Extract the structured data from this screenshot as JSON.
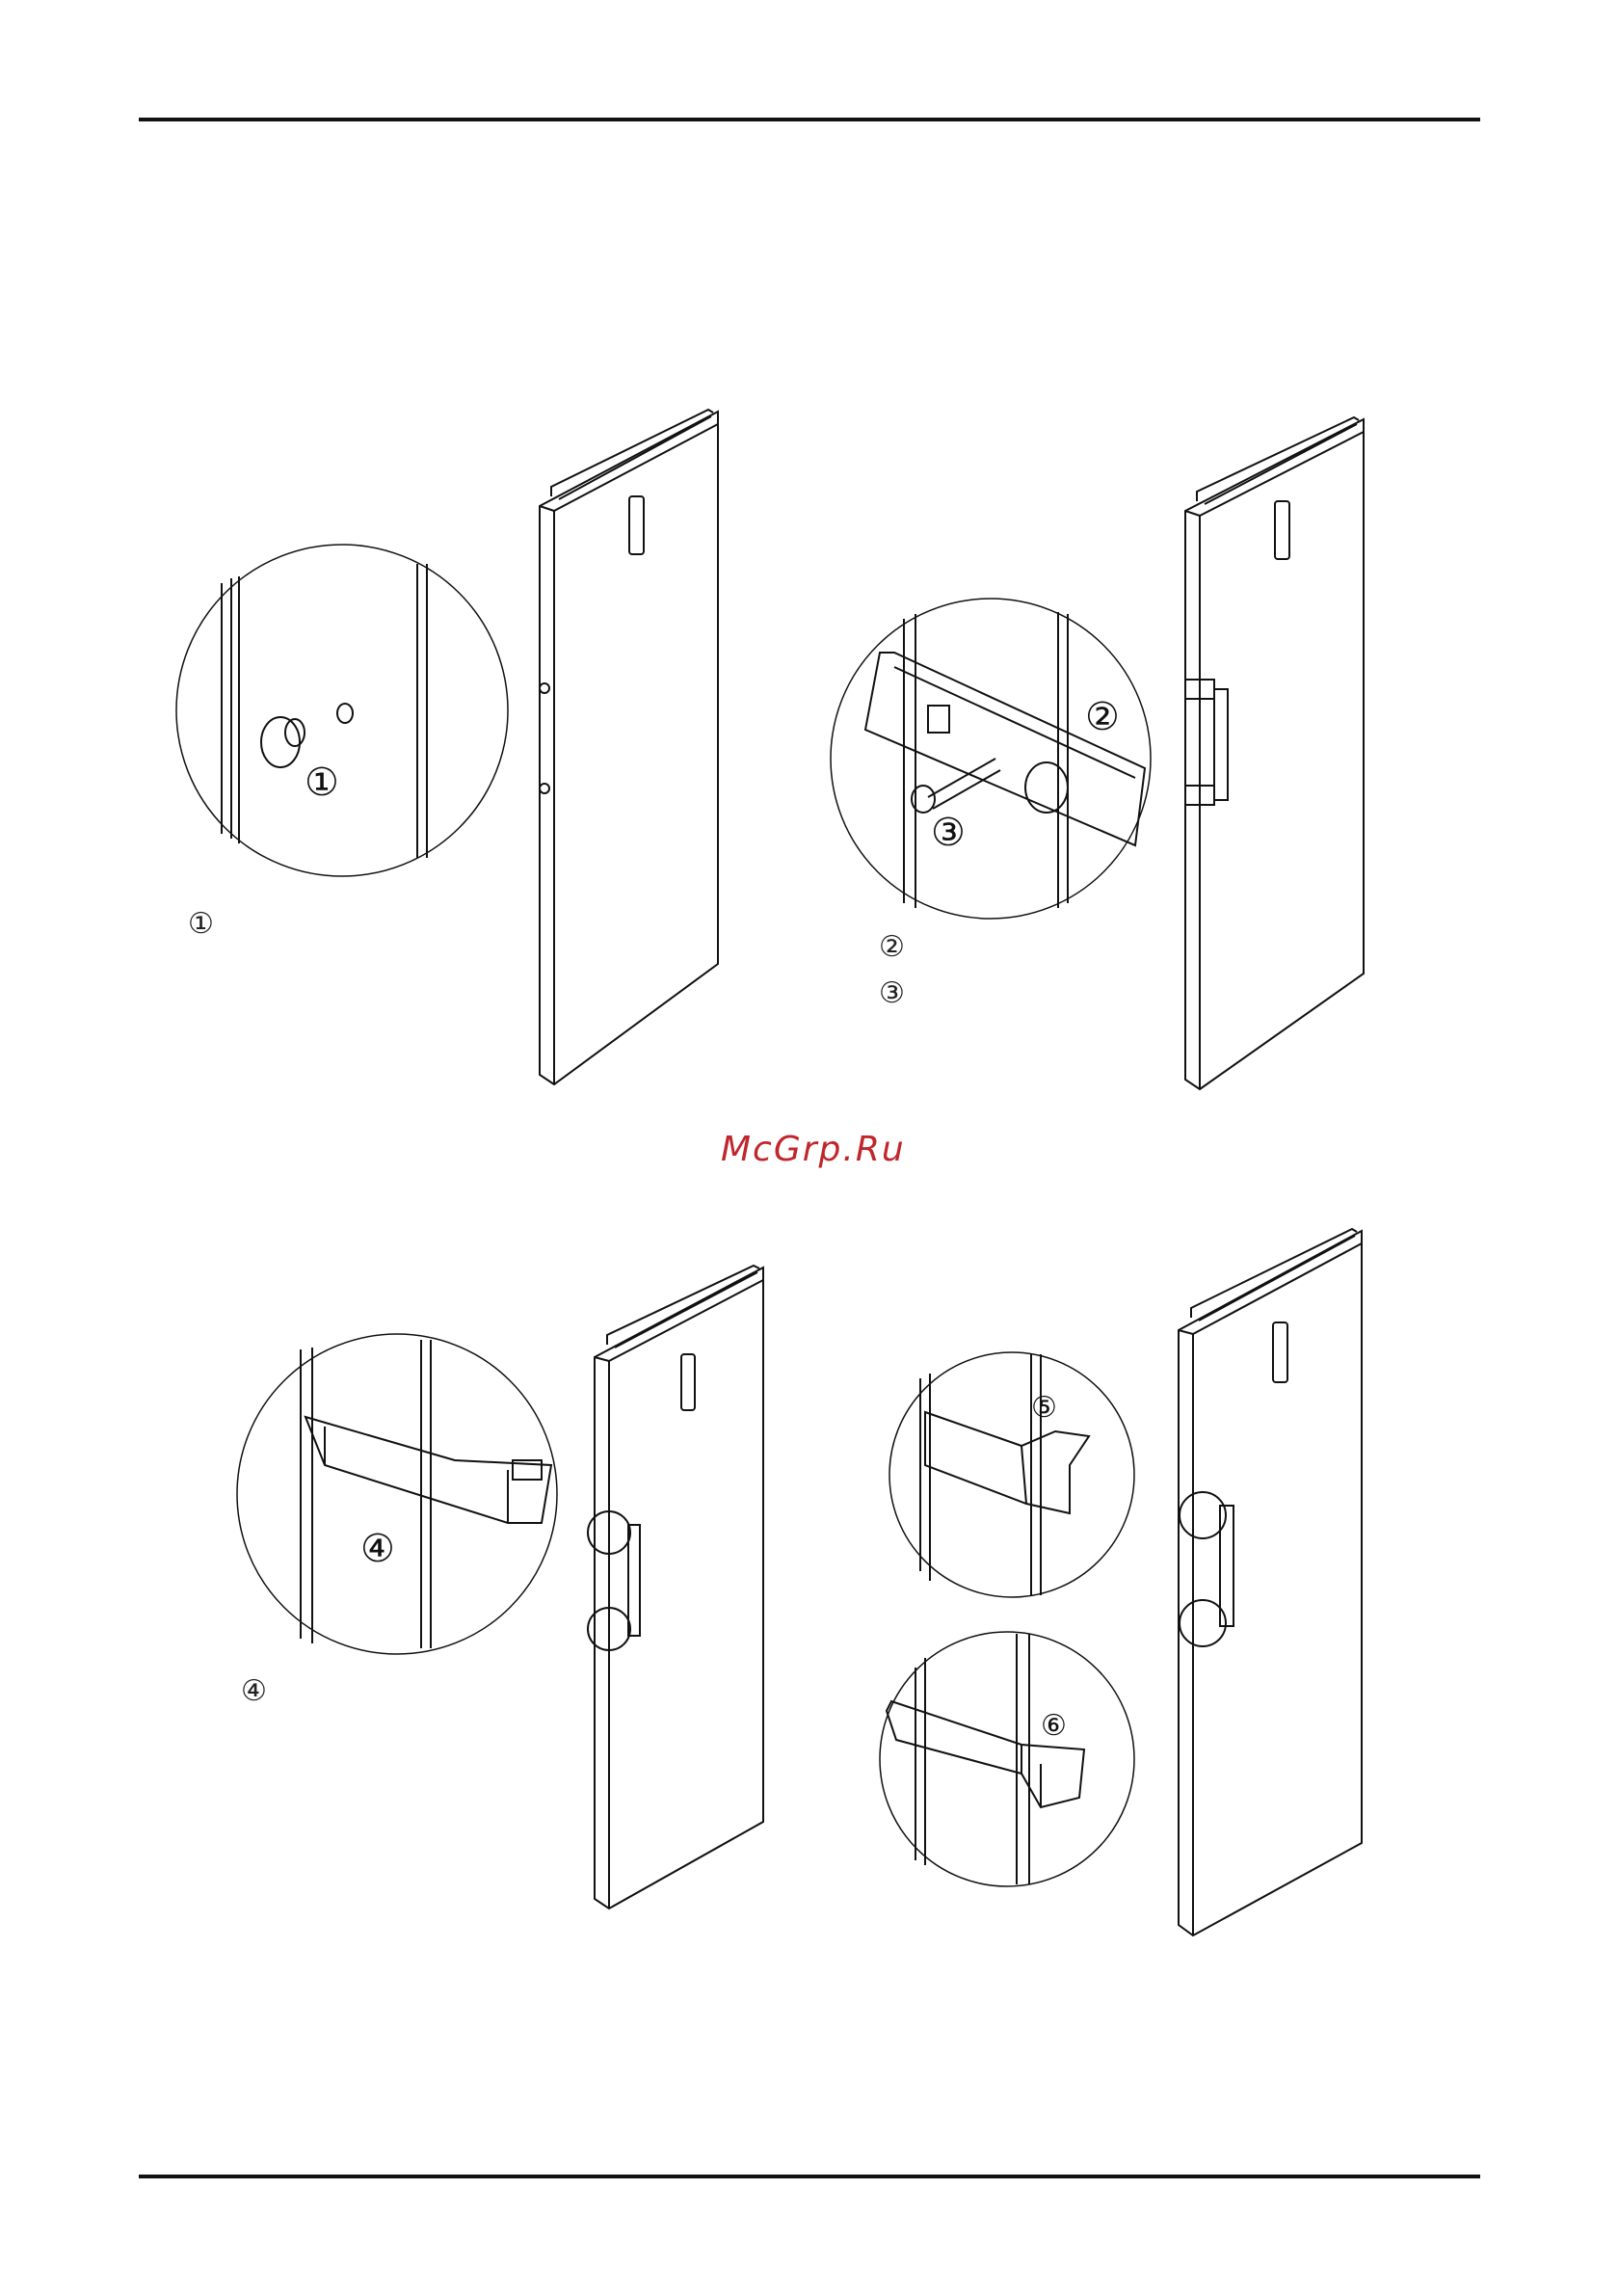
{
  "page": {
    "watermark": "McGrp.Ru"
  },
  "steps": {
    "step1": {
      "marker": "①",
      "callout": "①"
    },
    "step2": {
      "marker": "②",
      "callout": "②"
    },
    "step3": {
      "marker": "③",
      "callout": "③"
    },
    "step4": {
      "marker": "④",
      "callout": "④"
    },
    "step5": {
      "callout": "⑤"
    },
    "step6": {
      "callout": "⑥"
    }
  }
}
